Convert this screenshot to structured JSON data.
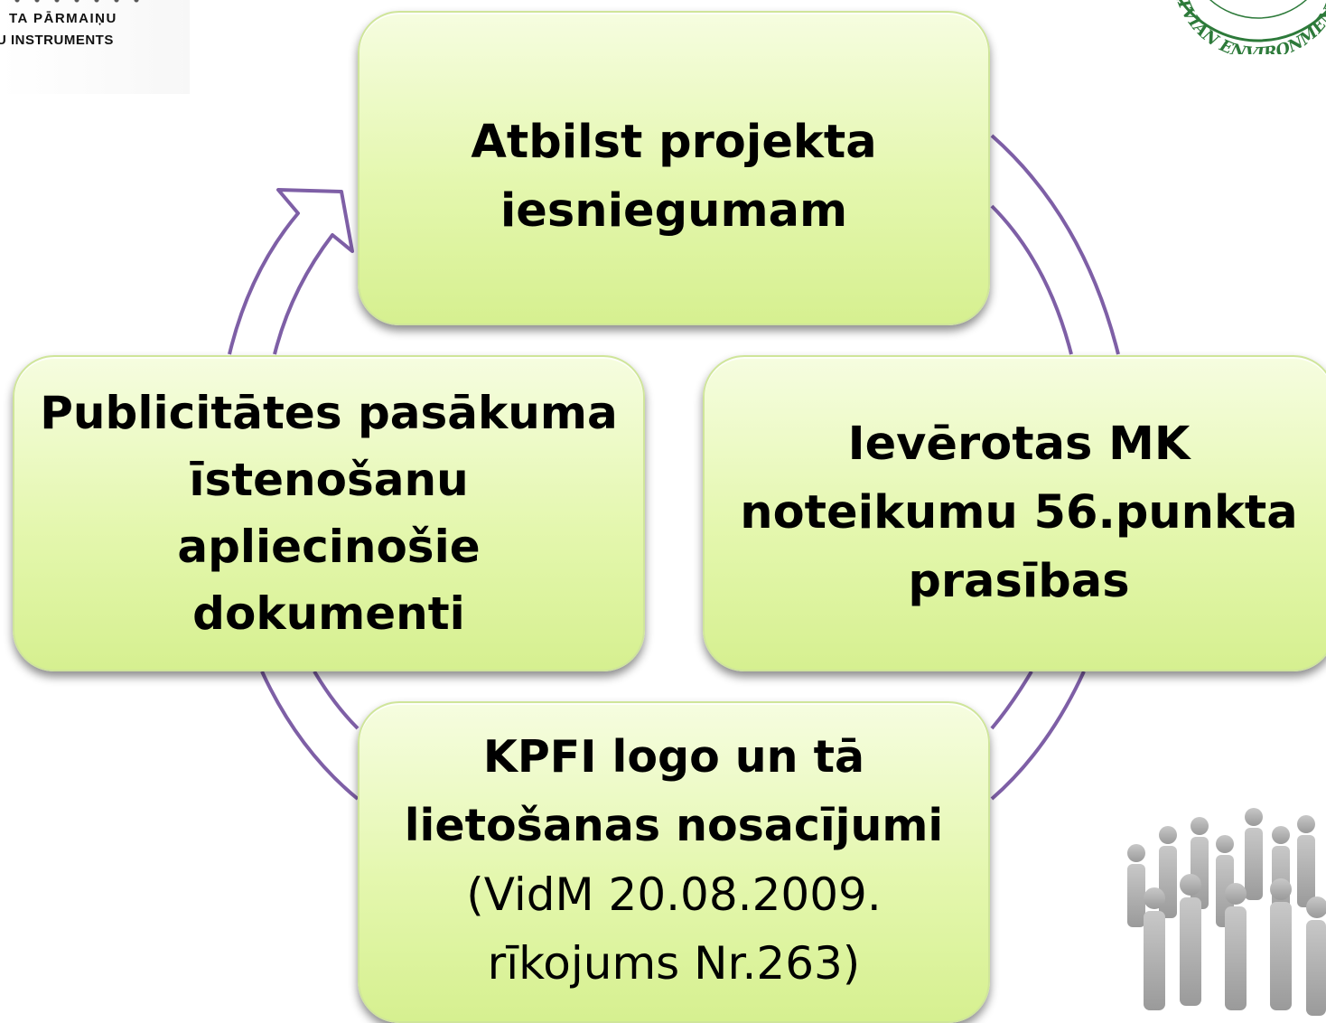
{
  "logo_left": {
    "line1": "TA PĀRMAIŅU",
    "line2": "U INSTRUMENTS"
  },
  "logo_right": {
    "text": "ATVIAN ENVIRONMENT"
  },
  "cycle": {
    "top": {
      "lines": [
        "Atbilst projekta",
        "iesniegumam"
      ]
    },
    "right": {
      "lines": [
        "Ievērotas MK",
        "noteikumu 56.punkta",
        "prasības"
      ]
    },
    "bottom": {
      "lines_bold": [
        "KPFI logo un tā",
        "lietošanas nosacījumi"
      ],
      "lines_normal": [
        "(VidM 20.08.2009.",
        "rīkojums Nr.263)"
      ]
    },
    "left": {
      "lines": [
        "Publicitātes pasākuma",
        "īstenošanu",
        "apliecinošie",
        "dokumenti"
      ]
    }
  },
  "colors": {
    "box_fill_top": "#f6fde0",
    "box_fill_bottom": "#d6f090",
    "arrow": "#7e5fa6"
  }
}
